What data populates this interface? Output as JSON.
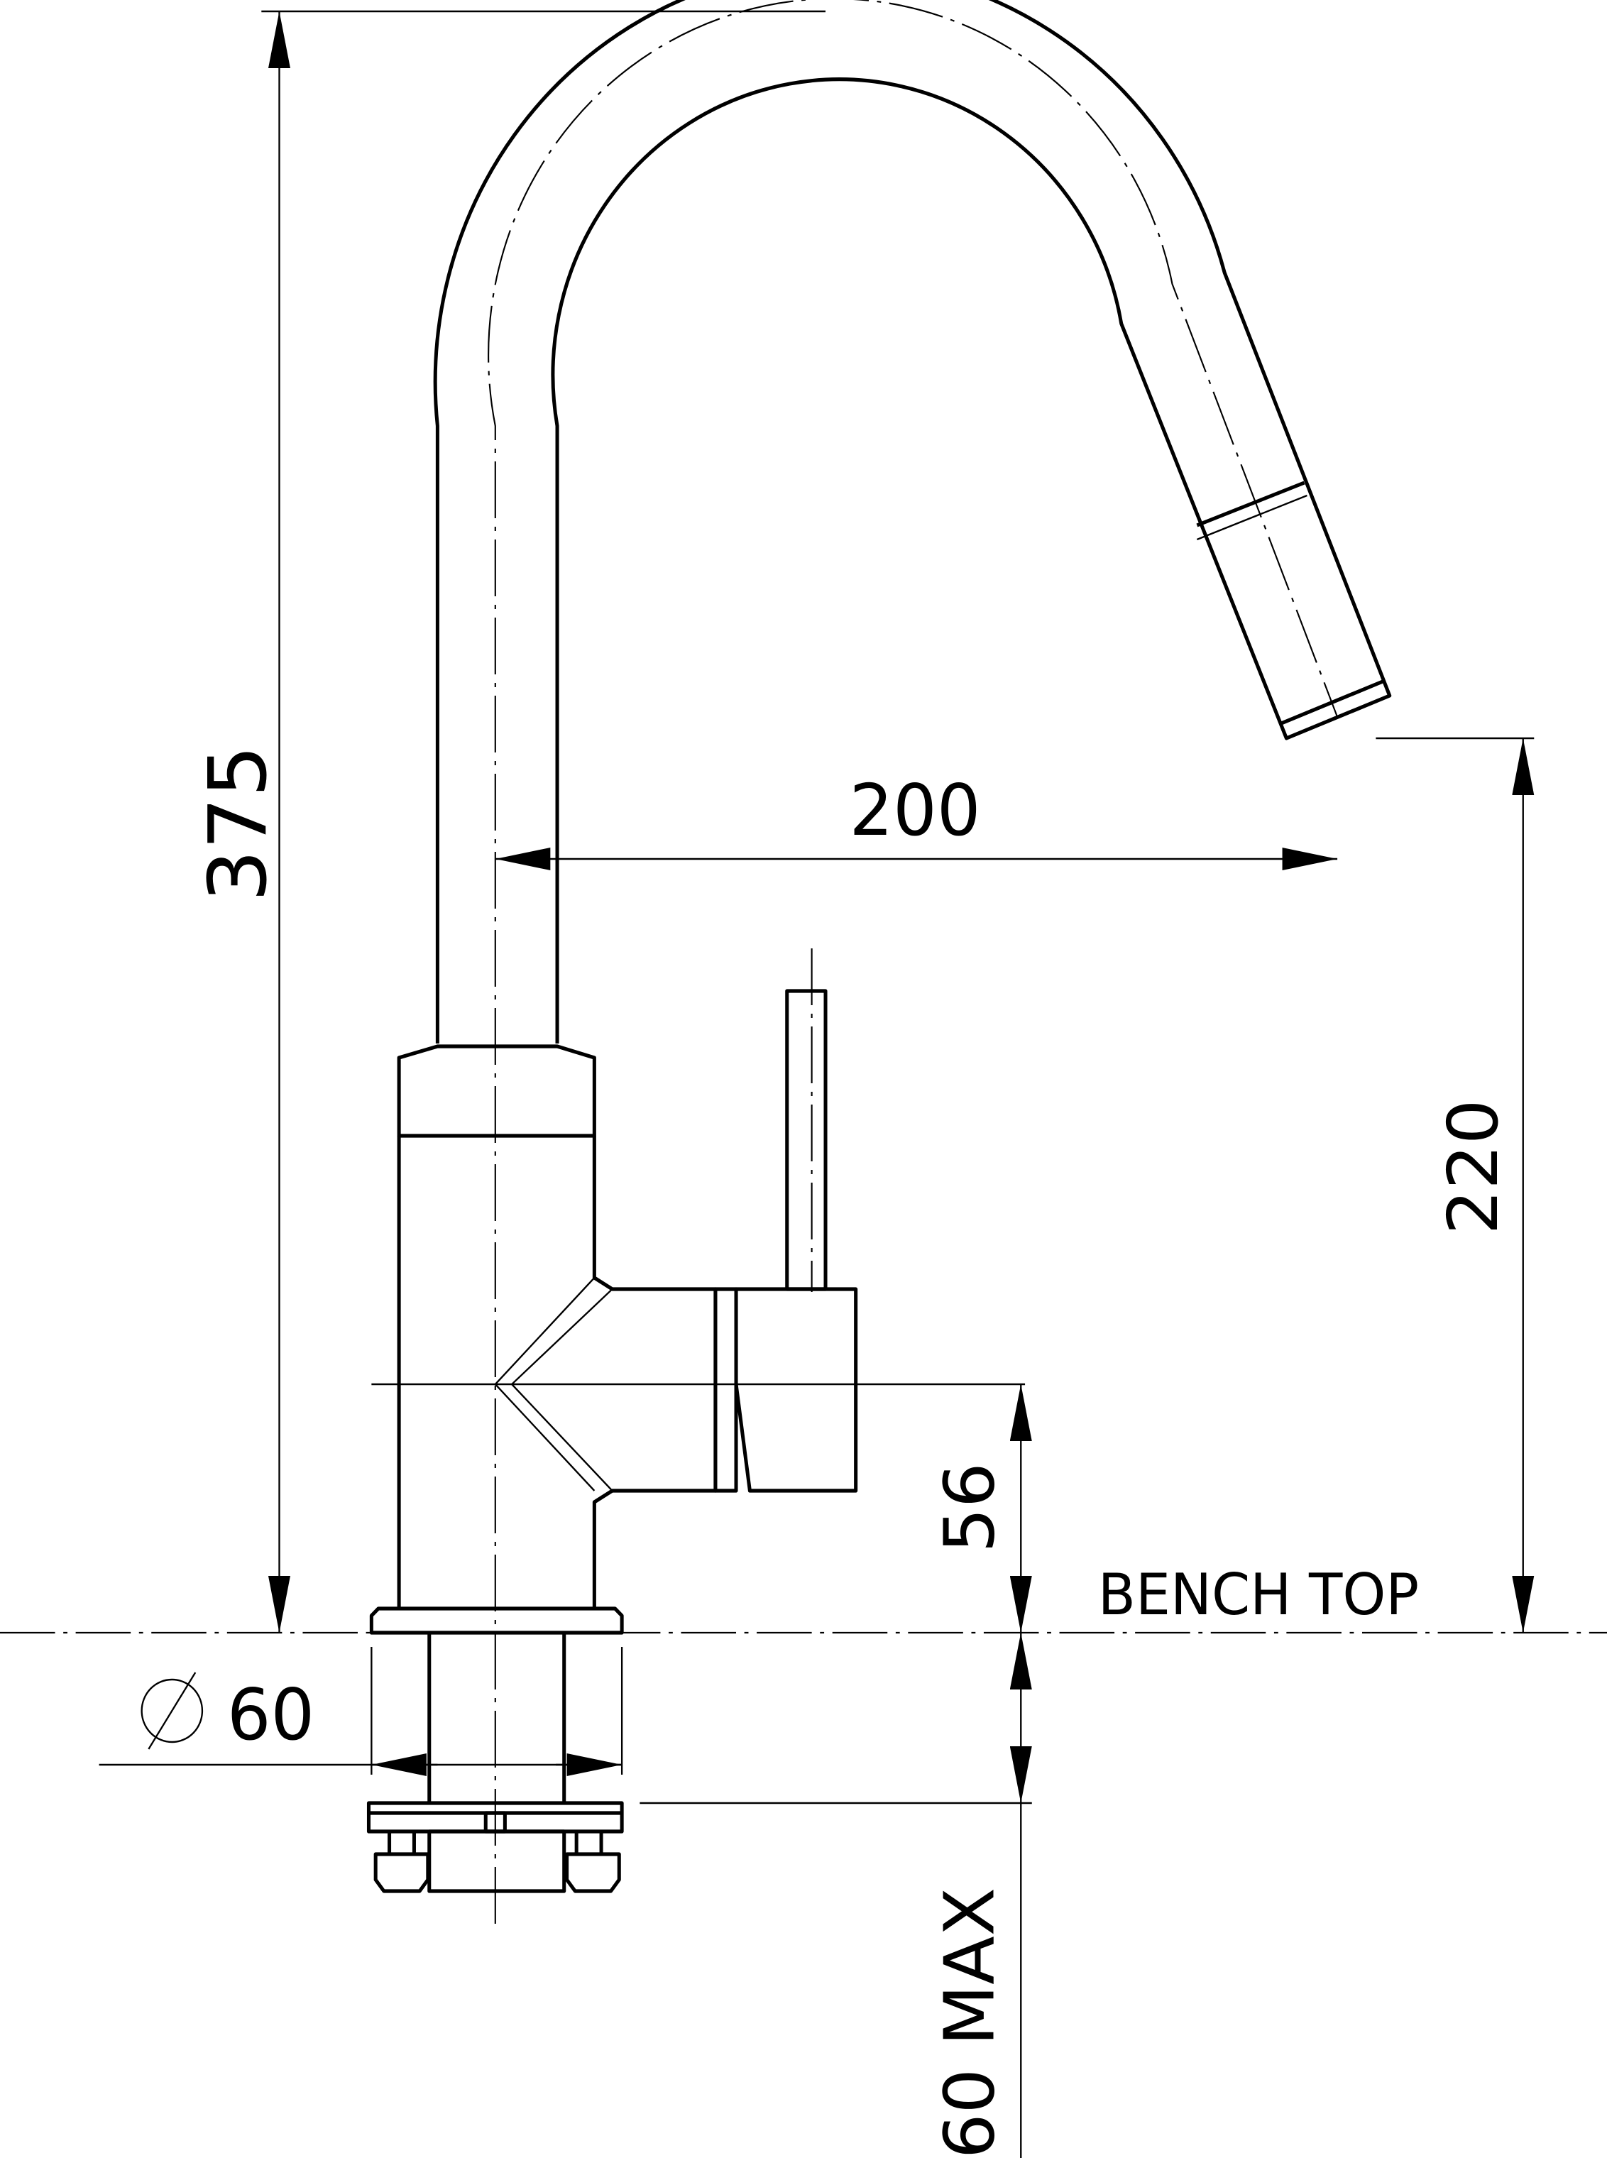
{
  "drawing": {
    "dimensions": {
      "total_height": "375",
      "spout_reach": "200",
      "outlet_height": "220",
      "handle_height": "56",
      "base_diameter": "60",
      "base_diameter_symbol": "∅",
      "max_bench_thickness": "60 MAX"
    },
    "labels": {
      "bench_top": "BENCH TOP"
    },
    "line_color": "#000000",
    "background": "#ffffff"
  }
}
